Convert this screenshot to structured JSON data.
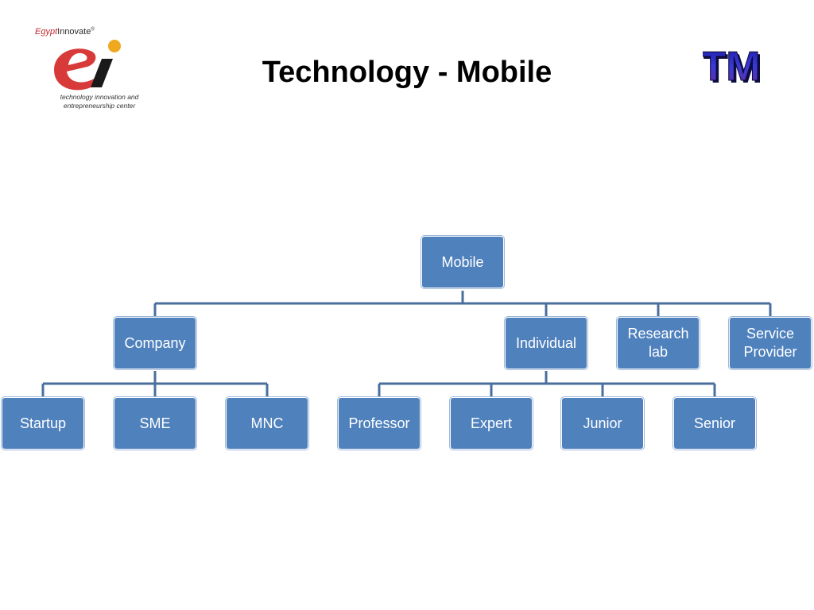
{
  "logo": {
    "brand_prefix": "Egypt",
    "brand_suffix": "Innovate",
    "brand_mark": "®",
    "tagline": "technology innovation and entrepreneurship center"
  },
  "title": "Technology - Mobile",
  "tm_text": "TM",
  "colors": {
    "node_fill": "#4f81bd",
    "connector": "#4a6f9c",
    "logo_red": "#d83a3a",
    "logo_orange": "#f0a81e"
  },
  "nodes": {
    "root": "Mobile",
    "company": "Company",
    "individual": "Individual",
    "research_lab": "Research\nlab",
    "service_provider": "Service\nProvider",
    "startup": "Startup",
    "sme": "SME",
    "mnc": "MNC",
    "professor": "Professor",
    "expert": "Expert",
    "junior": "Junior",
    "senior": "Senior"
  }
}
